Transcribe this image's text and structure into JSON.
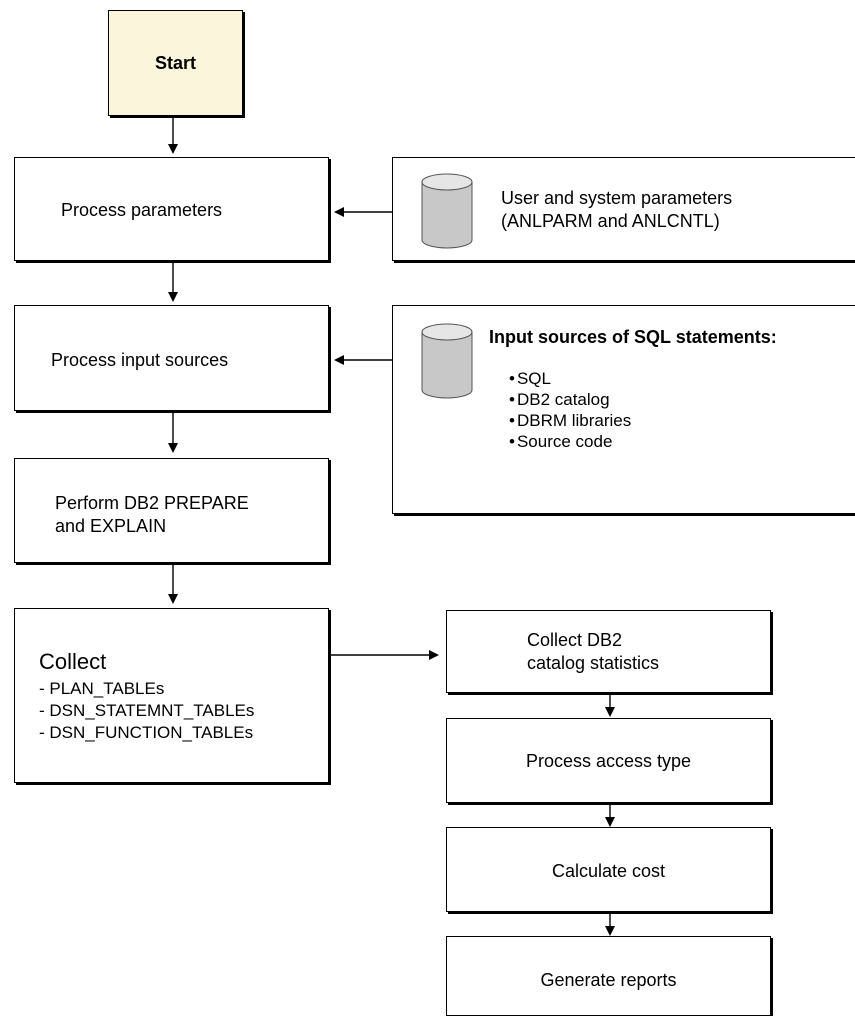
{
  "start": {
    "label": "Start"
  },
  "steps": {
    "process_parameters": "Process parameters",
    "process_input_sources": "Process input sources",
    "prepare_explain_line1": "Perform DB2 PREPARE",
    "prepare_explain_line2": "and EXPLAIN",
    "collect_title": "Collect",
    "collect_items": [
      "- PLAN_TABLEs",
      "- DSN_STATEMNT_TABLEs",
      "- DSN_FUNCTION_TABLEs"
    ],
    "catalog_stats_line1": "Collect DB2",
    "catalog_stats_line2": "catalog statistics",
    "access_type": "Process access type",
    "calculate_cost": "Calculate cost",
    "generate_reports": "Generate reports"
  },
  "inputs": {
    "parameters_line1": "User and system parameters",
    "parameters_line2": "(ANLPARM and ANLCNTL)",
    "sql_sources_title": "Input sources of SQL statements:",
    "sql_sources_items": [
      "SQL",
      "DB2 catalog",
      "DBRM libraries",
      "Source code"
    ]
  },
  "colors": {
    "start_fill": "#fbf5dc",
    "box_border": "#000000",
    "cylinder_fill": "#c8c8c8"
  },
  "icons": {
    "database": "cylinder-icon"
  }
}
